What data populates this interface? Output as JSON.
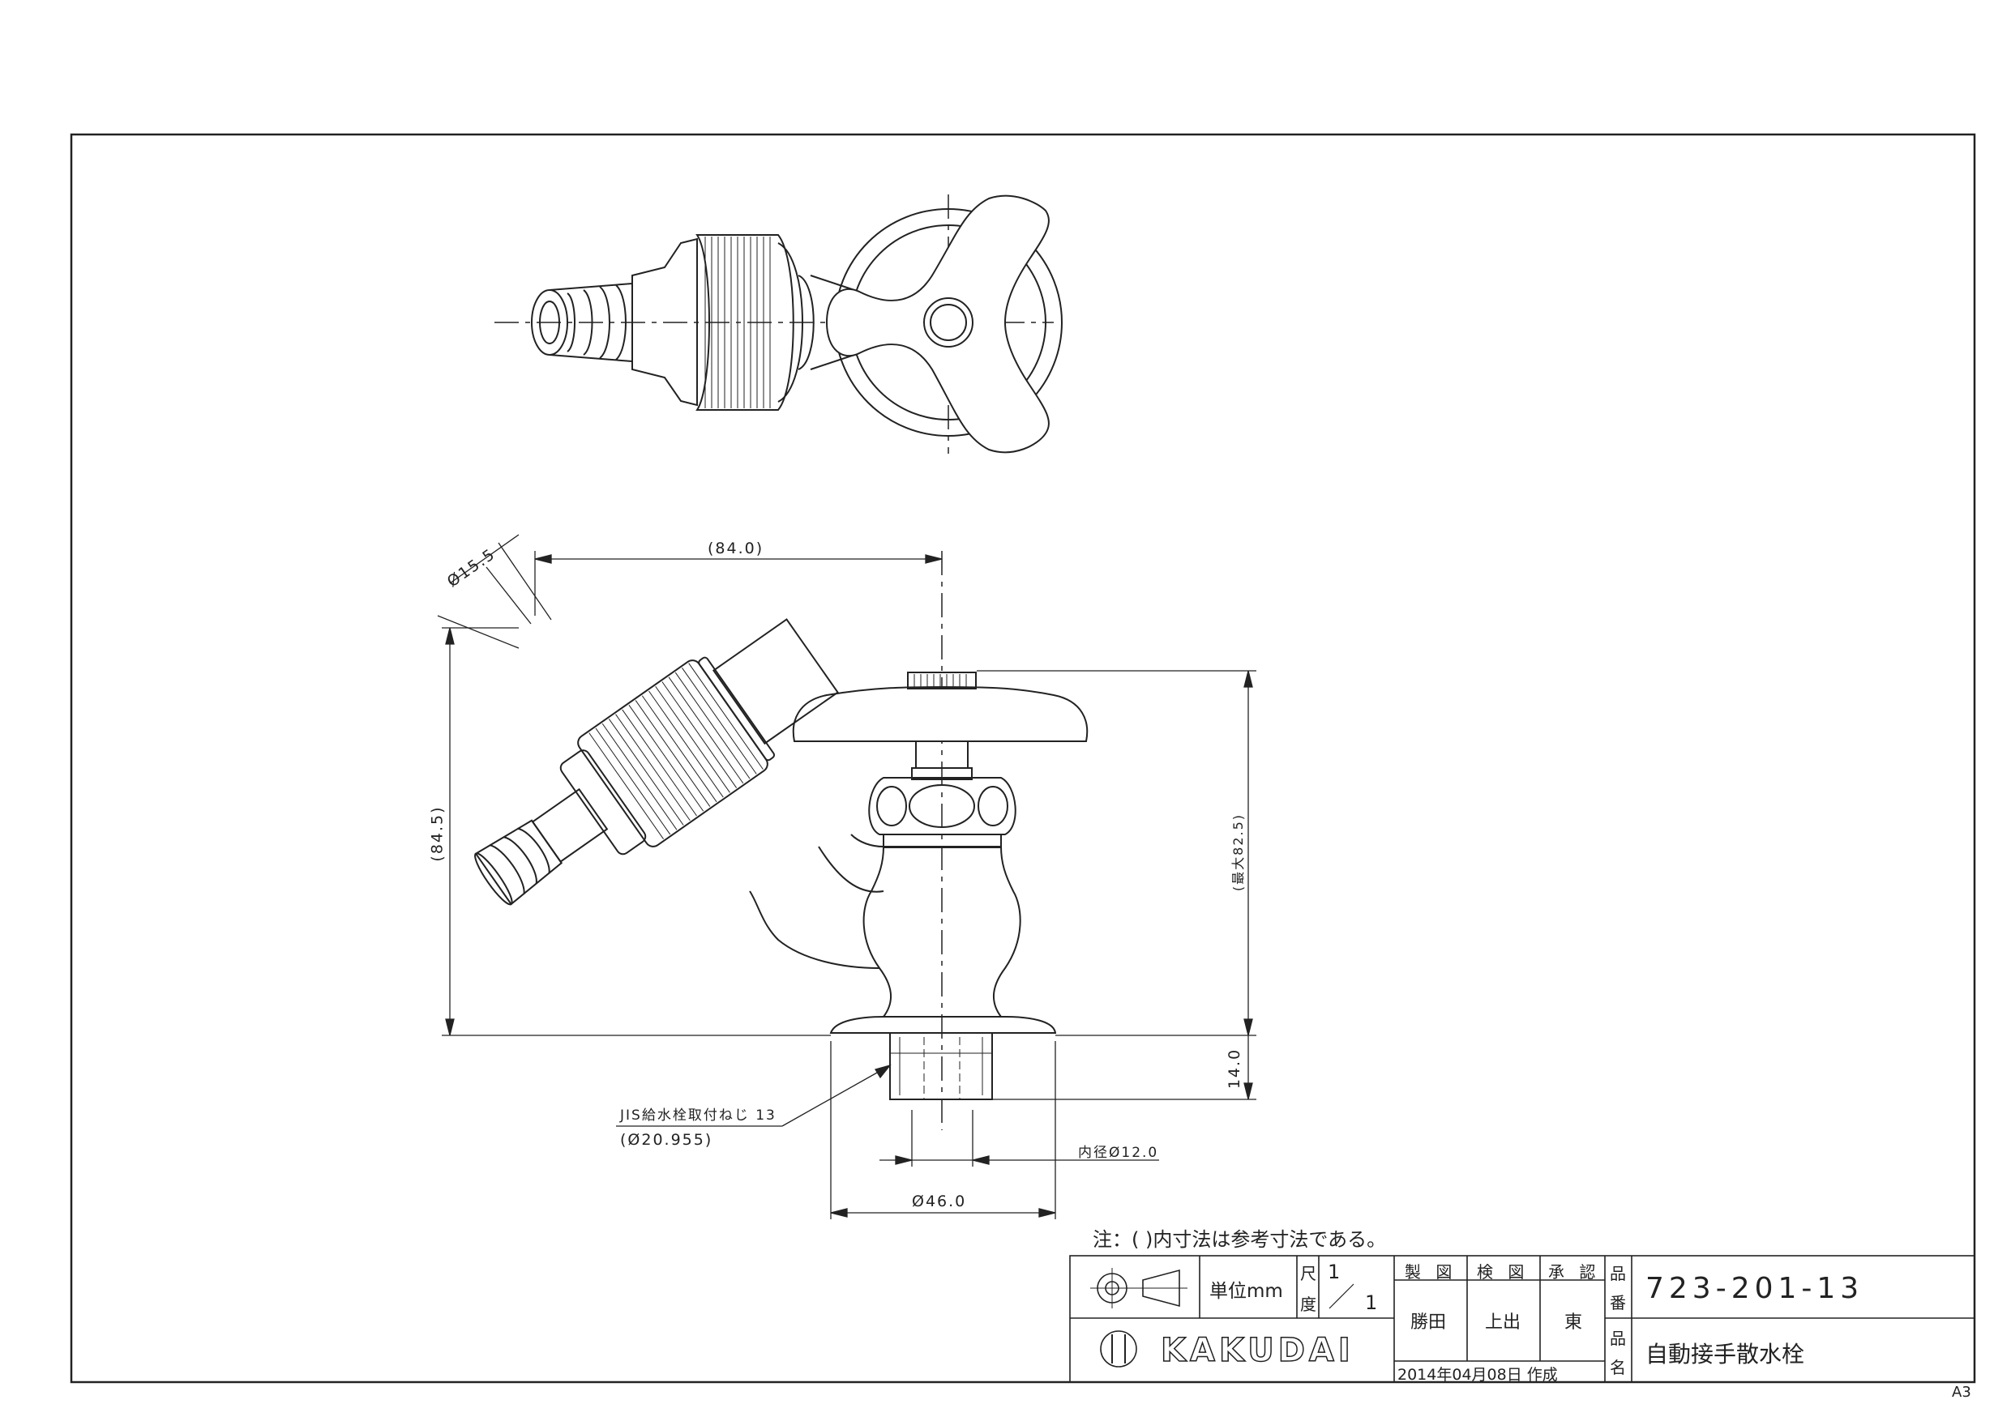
{
  "dimensions": {
    "phi_15_5": "Ø15.5",
    "d_84_0": "(84.0)",
    "d_84_5": "(84.5)",
    "d_max_82_5": "(最大82.5)",
    "d_14_0": "14.0",
    "thread_label": "JIS給水栓取付ねじ 13",
    "thread_dia": "(Ø20.955)",
    "inner_dia": "内径Ø12.0",
    "outer_dia": "Ø46.0"
  },
  "note": "注：(  )内寸法は参考寸法である。",
  "title_block": {
    "unit": "単位mm",
    "scale_label_1": "尺",
    "scale_label_2": "度",
    "scale_num": "1",
    "scale_den": "1",
    "col_made": "製 図",
    "col_checked": "検 図",
    "col_approved": "承 認",
    "name_made": "勝田",
    "name_checked": "上出",
    "name_approved": "東",
    "date": "2014年04月08日 作成",
    "part_no_label_1": "品",
    "part_no_label_2": "番",
    "part_no": "723-201-13",
    "product_label_1": "品",
    "product_label_2": "名",
    "product_name": "自動接手散水栓",
    "brand": "KAKUDAI"
  },
  "sheet_size": "A3"
}
